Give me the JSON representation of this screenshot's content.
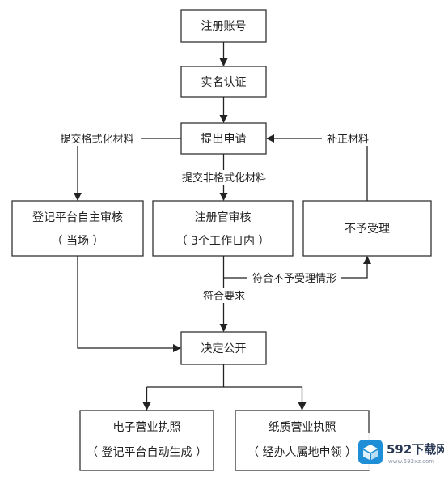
{
  "nodes": {
    "register_account": "注册账号",
    "real_name_auth": "实名认证",
    "submit_application": "提出申请",
    "platform_self_review": {
      "title": "登记平台自主审核",
      "note": "（ 当场 ）"
    },
    "registrar_review": {
      "title": "注册官审核",
      "note": "（ 3个工作日内 ）"
    },
    "not_accepted": "不予受理",
    "decision_public": "决定公开",
    "electronic_license": {
      "title": "电子营业执照",
      "note": "（ 登记平台自动生成 ）"
    },
    "paper_license": {
      "title": "纸质营业执照",
      "note": "（ 经办人属地申领 ）"
    }
  },
  "edges": {
    "formatted_materials": "提交格式化材料",
    "unformatted_materials": "提交非格式化材料",
    "supplement_materials": "补正材料",
    "rejection_conditions": "符合不予受理情形",
    "meets_requirements": "符合要求"
  },
  "watermark": {
    "title": "592下载网",
    "url": "www.592xz.com",
    "color": "#1e8fd6"
  }
}
